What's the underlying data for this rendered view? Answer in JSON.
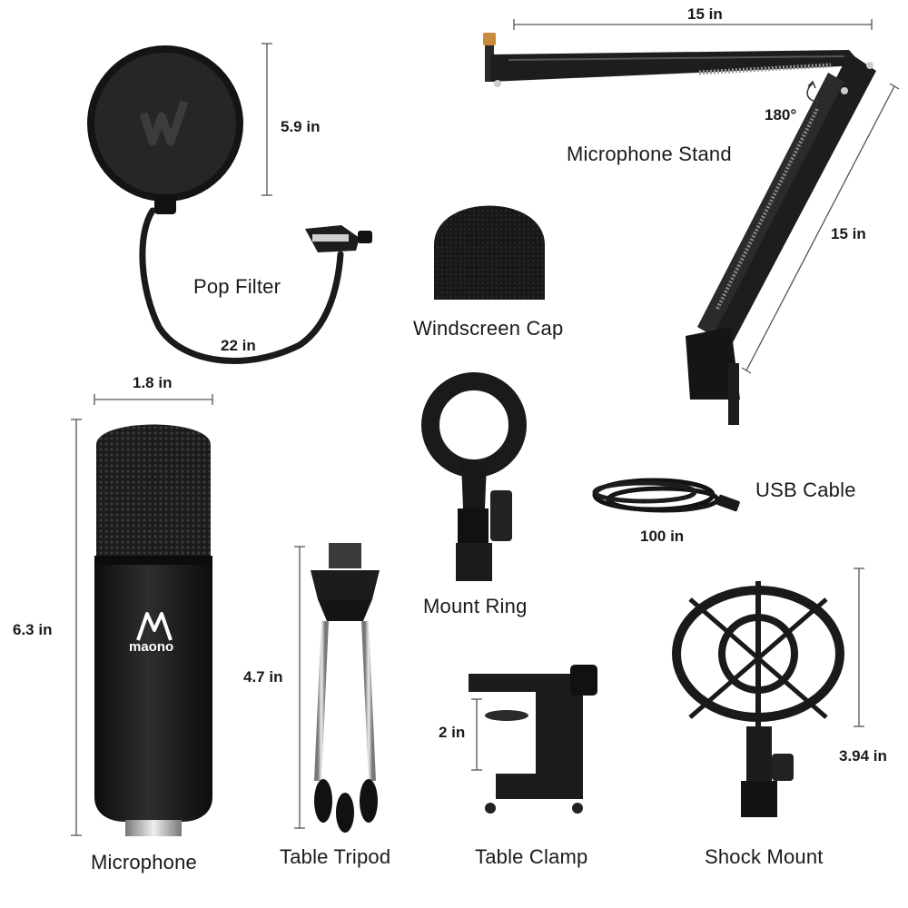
{
  "labels": {
    "pop_filter": "Pop Filter",
    "windscreen_cap": "Windscreen Cap",
    "microphone_stand": "Microphone Stand",
    "microphone": "Microphone",
    "table_tripod": "Table Tripod",
    "mount_ring": "Mount Ring",
    "usb_cable": "USB Cable",
    "table_clamp": "Table Clamp",
    "shock_mount": "Shock Mount"
  },
  "dimensions": {
    "pop_filter_diameter": "5.9 in",
    "gooseneck_length": "22 in",
    "stand_arm_top": "15 in",
    "stand_arm_lower": "15 in",
    "stand_rotation": "180°",
    "mic_diameter": "1.8 in",
    "mic_length": "6.3 in",
    "tripod_height": "4.7 in",
    "usb_cable_length": "100 in",
    "clamp_opening": "2 in",
    "shock_mount_height": "3.94 in"
  },
  "brand": {
    "logo_text": "maono"
  },
  "colors": {
    "product_black": "#1b1b1b",
    "dimension_line": "#555555",
    "chrome": "#c8c8c8",
    "brass_tip": "#c98a3c"
  }
}
